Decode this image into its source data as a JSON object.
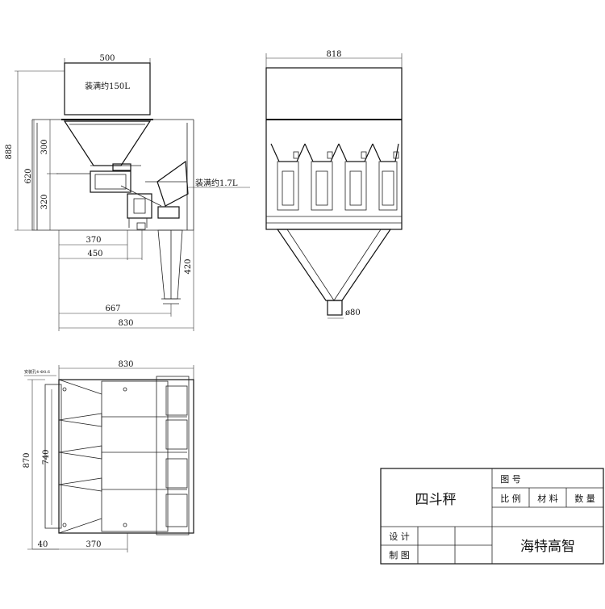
{
  "front_view": {
    "dim_hopper_width": "500",
    "hopper_note": "装满约150L",
    "dim_total_height": "888",
    "dim_620": "620",
    "dim_300": "300",
    "dim_320": "320",
    "side_note": "装满约1.7L",
    "dim_370": "370",
    "dim_450": "450",
    "dim_420": "420",
    "dim_667": "667",
    "dim_830": "830"
  },
  "side_view": {
    "dim_width": "818",
    "dim_outlet": "ø80"
  },
  "top_view": {
    "dim_width": "830",
    "hole_note": "安装孔4-Φ8.6",
    "dim_870": "870",
    "dim_740": "740",
    "dim_40": "40",
    "dim_370": "370"
  },
  "title_block": {
    "title": "四斗秤",
    "drawing_no_label": "图 号",
    "scale_label": "比 例",
    "material_label": "材 料",
    "quantity_label": "数 量",
    "design_label": "设 计",
    "drafting_label": "制 图",
    "company": "海特高智"
  }
}
